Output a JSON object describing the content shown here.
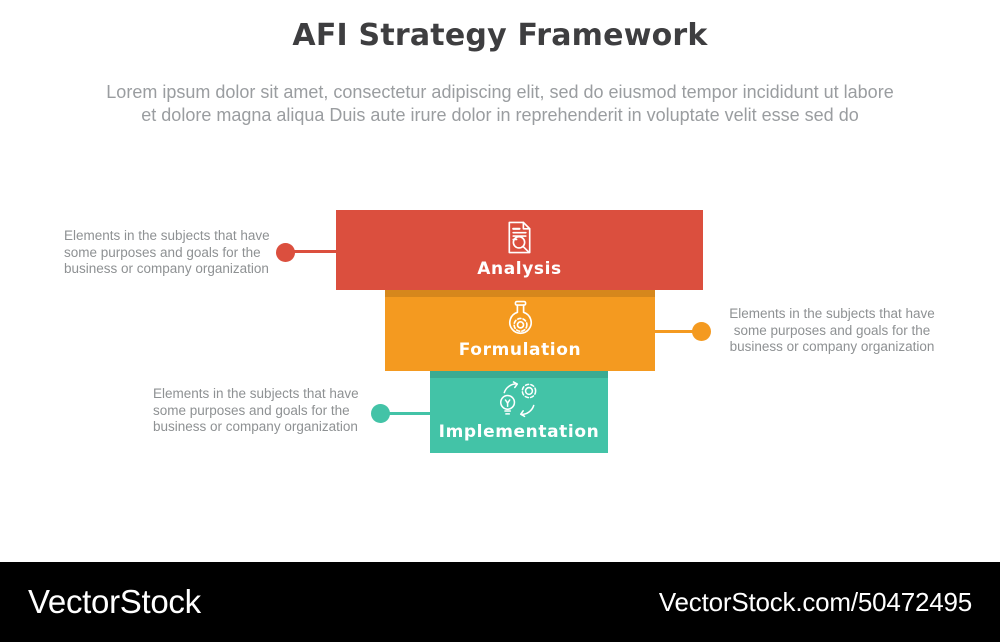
{
  "header": {
    "title": "AFI Strategy Framework",
    "subtitle_line1": "Lorem ipsum dolor sit amet, consectetur adipiscing elit, sed do eiusmod tempor incididunt ut labore",
    "subtitle_line2": "et dolore magna aliqua Duis aute irure dolor in reprehenderit in voluptate velit esse sed do"
  },
  "diagram": {
    "steps": [
      {
        "label": "Analysis",
        "color": "#db4f3e",
        "icon": "document-search-icon"
      },
      {
        "label": "Formulation",
        "color": "#f49a20",
        "icon": "flask-gear-icon"
      },
      {
        "label": "Implementation",
        "color": "#43c3a7",
        "icon": "idea-process-icon"
      }
    ],
    "annotations": [
      {
        "step": "Analysis",
        "side": "left",
        "lines": [
          "Elements in the subjects that have",
          "some purposes and goals for the",
          "business or company organization"
        ]
      },
      {
        "step": "Formulation",
        "side": "right",
        "lines": [
          "Elements in the subjects that have",
          "some purposes and goals for the",
          "business or company organization"
        ]
      },
      {
        "step": "Implementation",
        "side": "left",
        "lines": [
          "Elements in the subjects that have",
          "some purposes and goals for the",
          "business or company organization"
        ]
      }
    ],
    "text_color": "#8e9193"
  },
  "footer": {
    "brand": "VectorStock",
    "watermark_url": "VectorStock.com/50472495",
    "background": "#000000"
  }
}
